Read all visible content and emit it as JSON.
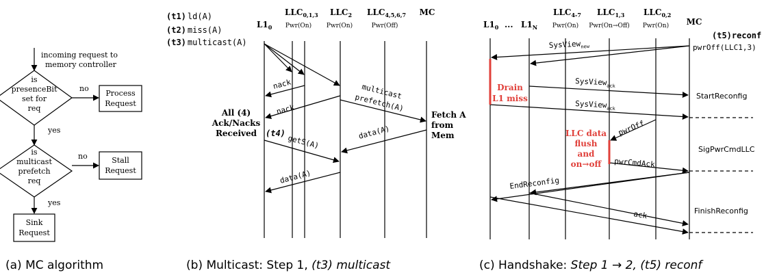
{
  "panel_a": {
    "caption": "(a) MC algorithm",
    "incoming_line1": "incoming request to",
    "incoming_line2": "memory controller",
    "d1": [
      "is",
      "presenceBit",
      "set for",
      "req"
    ],
    "d2": [
      "is",
      "multicast",
      "prefetch",
      "req"
    ],
    "no1": "no",
    "no2": "no",
    "yes1": "yes",
    "yes2": "yes",
    "box_process": [
      "Process",
      "Request"
    ],
    "box_stall": [
      "Stall",
      "Request"
    ],
    "box_sink": [
      "Sink",
      "Request"
    ]
  },
  "panel_b": {
    "caption_pre": "(b) Multicast: Step 1, ",
    "caption_em": "(t3) multicast",
    "t1_tag": "(t1)",
    "t1_text": "ld(A)",
    "t2_tag": "(t2)",
    "t2_text": "miss(A)",
    "t3_tag": "(t3)",
    "t3_text": "multicast(A)",
    "h_l1": "L1",
    "h_l1_sub": "0",
    "h_llc013": "LLC",
    "h_llc013_sub": "0,1,3",
    "h_llc013_pwr": "Pwr(On)",
    "h_llc2": "LLC",
    "h_llc2_sub": "2",
    "h_llc2_pwr": "Pwr(On)",
    "h_llc4567": "LLC",
    "h_llc4567_sub": "4,5,6,7",
    "h_llc4567_pwr": "Pwr(Off)",
    "h_mc": "MC",
    "msg_nack1": "nack",
    "msg_nack2": "nack",
    "msg_multicast1": "multicast",
    "msg_multicast2": "prefetch(A)",
    "msg_data1": "data(A)",
    "msg_gets": "getS(A)",
    "msg_data2": "data(A)",
    "all_ack": [
      "All (4)",
      "Ack/Nacks",
      "Received"
    ],
    "t4": "(t4)",
    "fetch": [
      "Fetch A",
      "from",
      "Mem"
    ]
  },
  "panel_c": {
    "caption_pre": "(c) Handshake: ",
    "caption_em": "Step 1 → 2, (t5) reconf",
    "h_l10": "L1",
    "h_l10_sub": "0",
    "h_dots": "...",
    "h_l1n": "L1",
    "h_l1n_sub": "N",
    "h_llc47": "LLC",
    "h_llc47_sub": "4-7",
    "h_llc47_pwr": "Pwr(On)",
    "h_llc13": "LLC",
    "h_llc13_sub": "1,3",
    "h_llc13_pwr": "Pwr(On→Off)",
    "h_llc02": "LLC",
    "h_llc02_sub": "0,2",
    "h_llc02_pwr": "Pwr(On)",
    "h_mc": "MC",
    "t5_tag": "(t5)",
    "t5_text": "reconf",
    "pwroff_call": "pwrOff(LLC1,3)",
    "sysview_new": "SysView",
    "sysview_new_sub": "new",
    "drain": [
      "Drain",
      "L1 miss"
    ],
    "sysview_ack1": "SysView",
    "sysview_ack1_sub": "ack",
    "sysview_ack2": "SysView",
    "sysview_ack2_sub": "ack",
    "start_reconfig": "StartReconfig",
    "pwroff_msg": "pwrOff",
    "llc_flush": [
      "LLC data",
      "flush",
      "and",
      "on→off"
    ],
    "sig_pwr": "SigPwrCmdLLC",
    "pwr_cmd_ack": "pwrCmdAck",
    "end_reconfig": "EndReconfig",
    "ack": "ack",
    "finish_reconfig": "FinishReconfig"
  }
}
